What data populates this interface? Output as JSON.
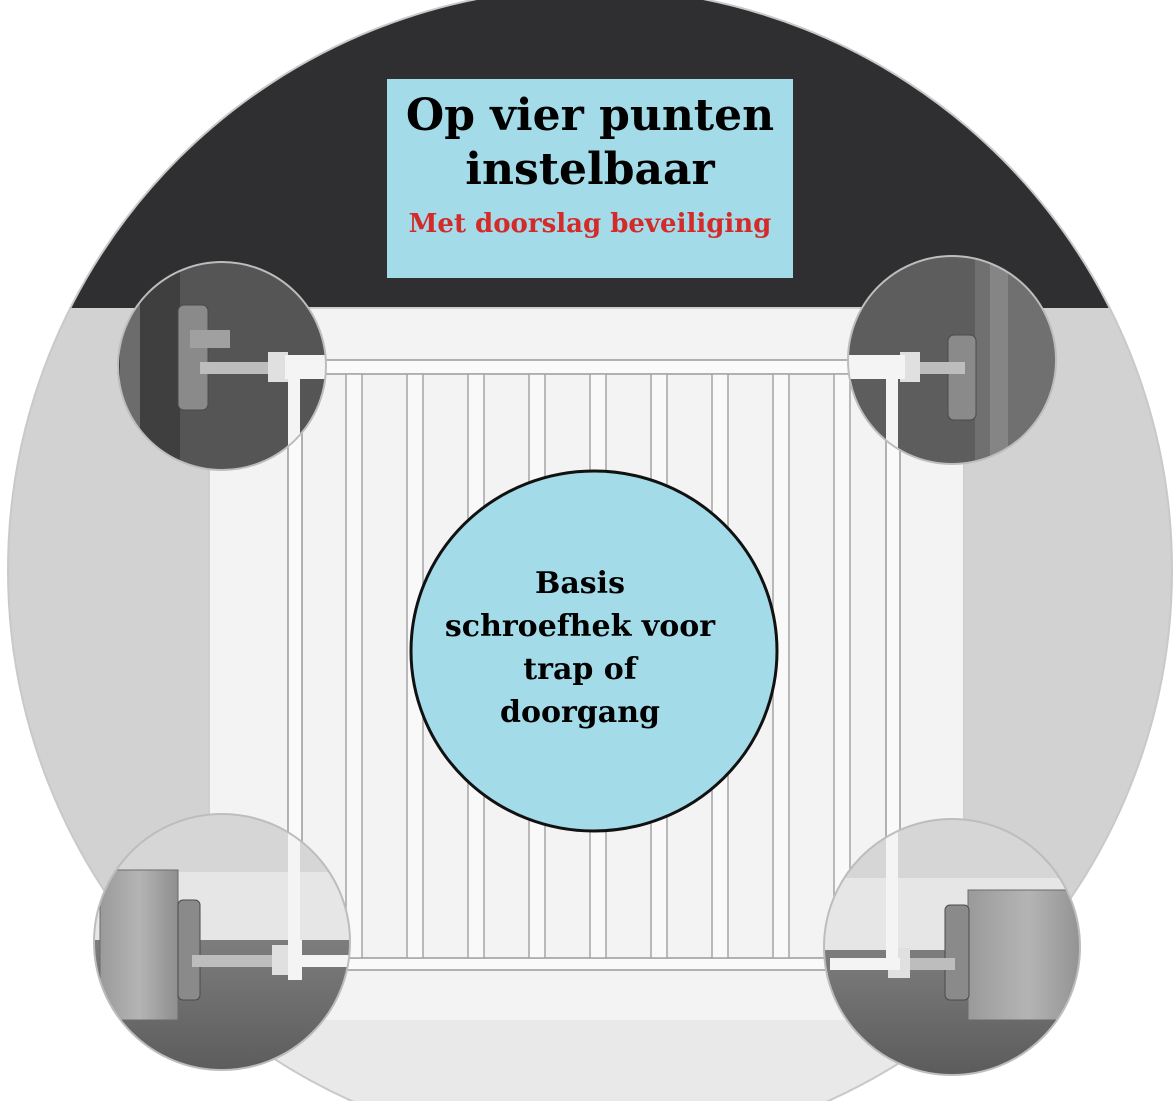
{
  "title": {
    "line1": "Op vier punten",
    "line2": "instelbaar",
    "subtitle": "Met doorslag beveiliging"
  },
  "center_label": {
    "line1": "Basis",
    "line2": "schroefhek voor",
    "line3": "trap of",
    "line4": "doorgang"
  },
  "colors": {
    "wall_dark": "#2f2f31",
    "wall_light": "#d2d2d2",
    "label_bg": "#a3dbe8",
    "accent_red": "#d42a2a",
    "gate_white": "#f7f7f7"
  },
  "icons": [
    "gate-illustration",
    "mount-detail-top-left",
    "mount-detail-top-right",
    "mount-detail-bottom-left",
    "mount-detail-bottom-right"
  ]
}
